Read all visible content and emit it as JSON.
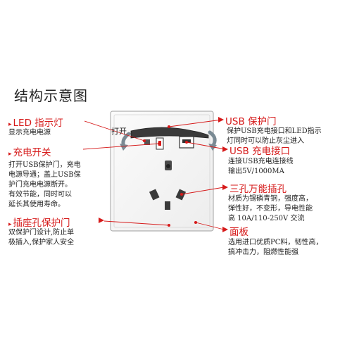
{
  "title": "结构示意图",
  "open_label": "打开",
  "callouts": {
    "led": {
      "heading": "LED 指示灯",
      "lines": [
        "显示充电电源"
      ]
    },
    "switch": {
      "heading": "充电开关",
      "lines": [
        "打开USB保护门，充电",
        "电源导通；盖上USB保",
        "护门充电电源断开。",
        "有效节能，同时可以",
        "延长其使用寿命。"
      ]
    },
    "socket_door": {
      "heading": "插座孔保护门",
      "lines": [
        "双保护门设计,防止单",
        "极插入,保护家人安全"
      ]
    },
    "usb_door": {
      "heading": "USB 保护门",
      "lines": [
        "保护USB充电接口和LED指示",
        "灯同时可以防止灰尘进入"
      ]
    },
    "usb_port": {
      "heading": "USB 充电接口",
      "lines": [
        "连接USB充电连接线",
        "输出5V/1000MA"
      ]
    },
    "three_hole": {
      "heading": "三孔万能插孔",
      "lines": [
        "材质为锡磷青铜，强度高，",
        "弹性好，不变形，导电性能",
        "高  10A/110-250V 交流"
      ]
    },
    "panel": {
      "heading": "面板",
      "lines": [
        "选用进口优质PC料，韧性高，",
        "搞冲击力，阻燃性能强"
      ]
    }
  },
  "colors": {
    "accent": "#d61a1a",
    "panel_edge": "#9a9a9a",
    "leader": "#d61a1a"
  },
  "icons": {
    "triangle": "▸"
  }
}
